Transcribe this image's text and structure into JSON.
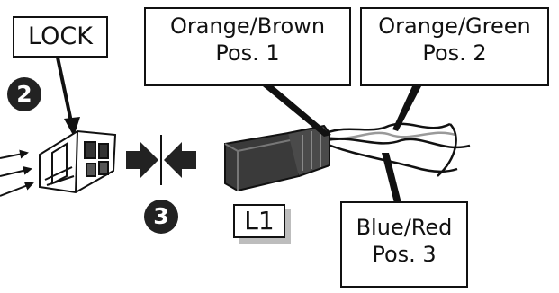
{
  "labels": {
    "lock": "LOCK",
    "step_2": "2",
    "step_3": "3",
    "connector": "L1",
    "wire_1": {
      "color": "Orange/Brown",
      "position": "Pos. 1"
    },
    "wire_2": {
      "color": "Orange/Green",
      "position": "Pos. 2"
    },
    "wire_3": {
      "color": "Blue/Red",
      "position": "Pos. 3"
    }
  },
  "colors": {
    "ink": "#111111",
    "connector_body": "#3a3a3a",
    "shadow": "#bdbdbd",
    "wire_light": "#9a9a9a"
  }
}
